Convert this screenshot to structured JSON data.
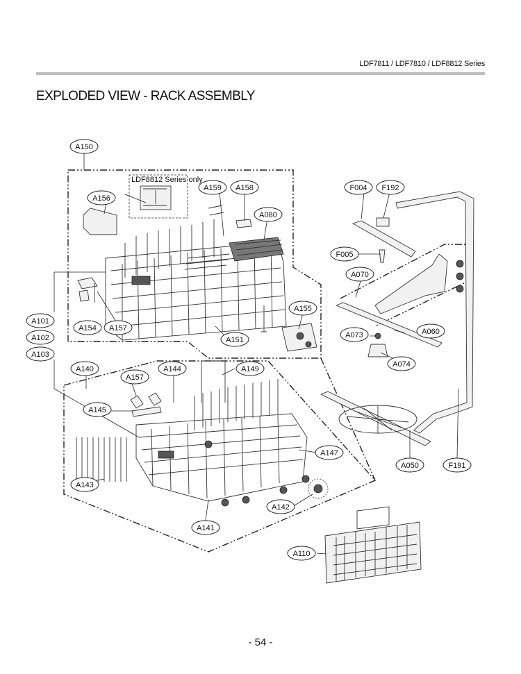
{
  "header": {
    "series": "LDF7811 / LDF7810 / LDF8812 Series"
  },
  "page_title": "EXPLODED VIEW - RACK ASSEMBLY",
  "page_number": "- 54 -",
  "inset_note": "LDF8812 Series only",
  "callouts": {
    "A150": "A150",
    "A156": "A156",
    "A159": "A159",
    "A158": "A158",
    "A080": "A080",
    "F004": "F004",
    "F192": "F192",
    "F005": "F005",
    "A070": "A070",
    "A155": "A155",
    "A101": "A101",
    "A102": "A102",
    "A103": "A103",
    "A154": "A154",
    "A157a": "A157",
    "A151": "A151",
    "A060": "A060",
    "A073": "A073",
    "A074": "A074",
    "A140": "A140",
    "A157b": "A157",
    "A144": "A144",
    "A149": "A149",
    "A147": "A147",
    "A143": "A143",
    "A142": "A142",
    "A141": "A141",
    "A050": "A050",
    "F191": "F191",
    "A110": "A110",
    "A145": "A145"
  }
}
